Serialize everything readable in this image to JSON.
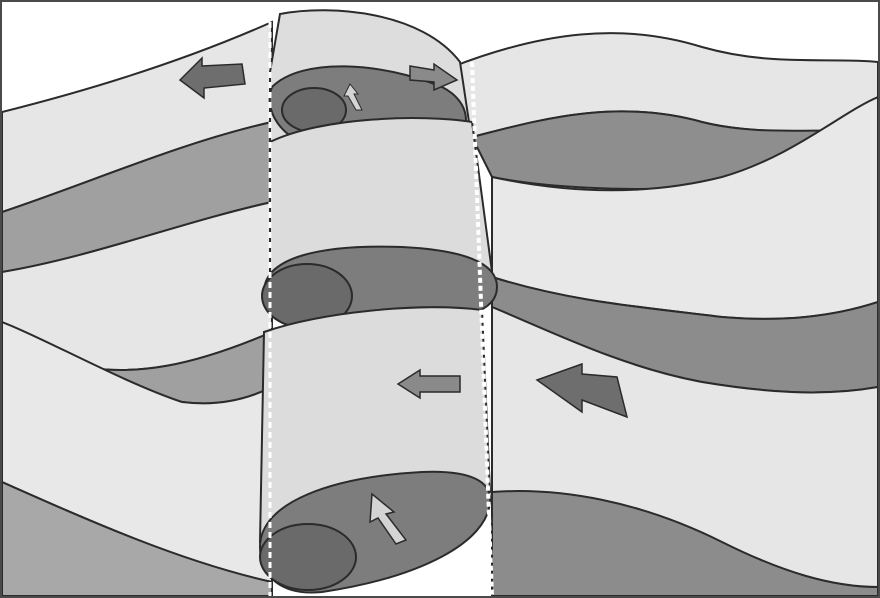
{
  "figure": {
    "colors": {
      "background": "#ffffff",
      "light_layer": "#e6e6e6",
      "mid_layer": "#a9a9a9",
      "dark_layer": "#8a8a8a",
      "block_light": "#dcdcdc",
      "ellipse": "#7d7d7d",
      "arrow_dark": "#6e6e6e",
      "arrow_light": "#d4d4d4",
      "stroke": "#2b2b2b"
    },
    "arrows": [
      {
        "name": "arrow-left-upper-large",
        "direction": "left"
      },
      {
        "name": "arrow-right-upper-small",
        "direction": "right"
      },
      {
        "name": "arrow-left-middle-small",
        "direction": "left"
      },
      {
        "name": "arrow-left-middle-large",
        "direction": "left"
      },
      {
        "name": "arrow-up-lower-light",
        "direction": "up"
      },
      {
        "name": "arrow-up-upper-tiny",
        "direction": "up"
      }
    ]
  }
}
